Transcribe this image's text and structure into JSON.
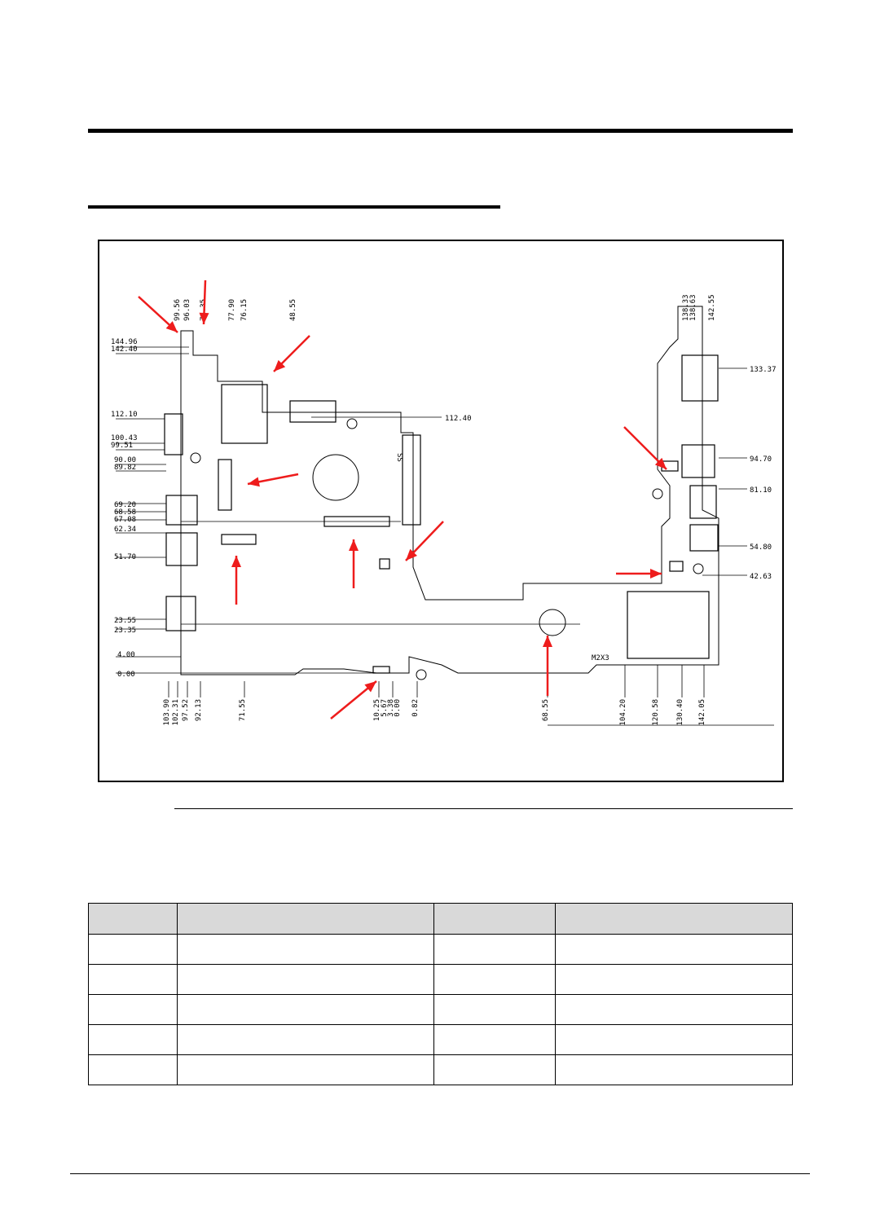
{
  "colors": {
    "arrow": "#ee1c1c",
    "rule": "#000000",
    "table_header_bg": "#d9d9d9"
  },
  "diagram": {
    "top_labels": [
      "99.56",
      "96.03",
      "78.35",
      "77.90",
      "76.15",
      "48.55",
      "138.33",
      "138.63",
      "142.55"
    ],
    "left_labels": [
      "144.96",
      "142.40",
      "112.10",
      "100.43",
      "99.51",
      "90.00",
      "89.82",
      "69.20",
      "68.58",
      "67.08",
      "62.34",
      "51.70",
      "23.55",
      "23.35",
      "4.00",
      "0.00"
    ],
    "bottom_labels": [
      "103.90",
      "102.31",
      "97.52",
      "92.13",
      "71.55",
      "10.25",
      "5.67",
      "3.38",
      "0.00",
      "0.82",
      "68.55",
      "104.20",
      "120.58",
      "130.40",
      "142.05"
    ],
    "right_labels": [
      "133.37",
      "94.70",
      "81.10",
      "54.80",
      "42.63"
    ],
    "inline_labels": [
      "112.40"
    ],
    "board_markings": [
      "SS",
      "M2X3"
    ]
  },
  "table": {
    "columns": [
      "",
      "",
      "",
      ""
    ],
    "rows": [
      [
        "",
        "",
        "",
        ""
      ],
      [
        "",
        "",
        "",
        ""
      ],
      [
        "",
        "",
        "",
        ""
      ],
      [
        "",
        "",
        "",
        ""
      ],
      [
        "",
        "",
        "",
        ""
      ]
    ]
  }
}
